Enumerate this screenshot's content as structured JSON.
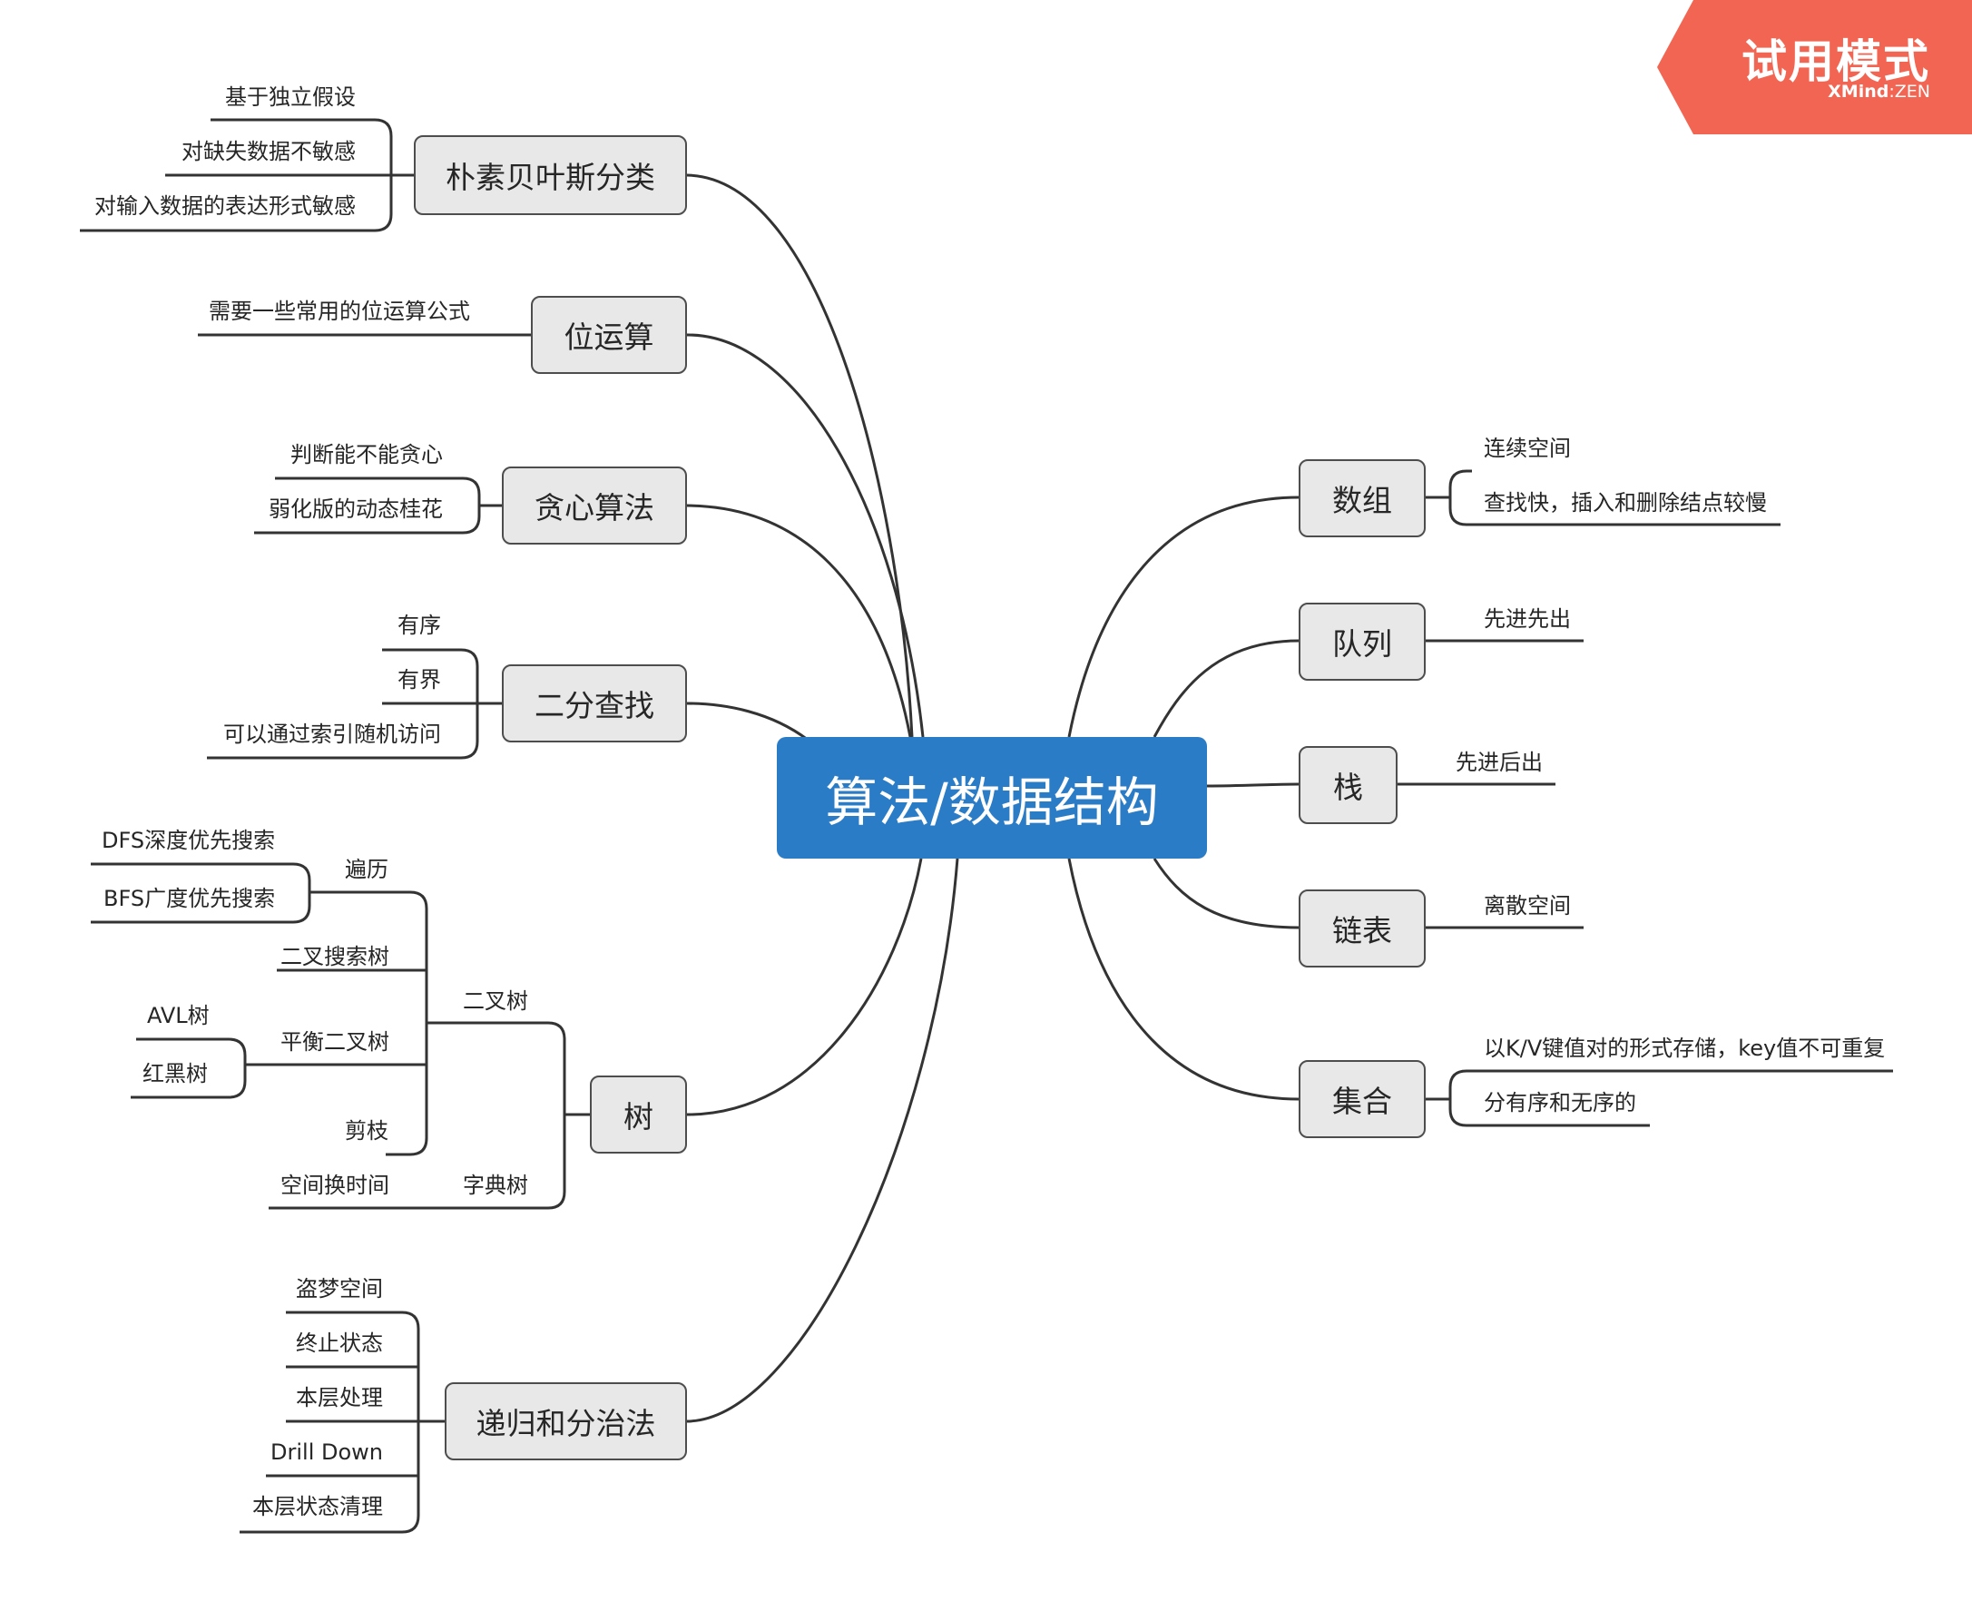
{
  "watermark": {
    "title": "试用模式",
    "brand": "XMind",
    "separator": ":",
    "edition": "ZEN",
    "color": "#f26552"
  },
  "central": {
    "label": "算法/数据结构",
    "color": "#2b7cc6"
  },
  "left_topics": {
    "naive_bayes": {
      "label": "朴素贝叶斯分类",
      "children": [
        "基于独立假设",
        "对缺失数据不敏感",
        "对输入数据的表达形式敏感"
      ]
    },
    "bit_ops": {
      "label": "位运算",
      "children": [
        "需要一些常用的位运算公式"
      ]
    },
    "greedy": {
      "label": "贪心算法",
      "children": [
        "判断能不能贪心",
        "弱化版的动态桂花"
      ]
    },
    "binary_search": {
      "label": "二分查找",
      "children": [
        "有序",
        "有界",
        "可以通过索引随机访问"
      ]
    },
    "tree": {
      "label": "树",
      "binary_tree": {
        "label": "二叉树",
        "traversal": {
          "label": "遍历",
          "children": [
            "DFS深度优先搜索",
            "BFS广度优先搜索"
          ]
        },
        "bst": "二叉搜索树",
        "balanced": {
          "label": "平衡二叉树",
          "children": [
            "AVL树",
            "红黑树"
          ]
        },
        "pruning": "剪枝"
      },
      "trie": {
        "label": "字典树",
        "children": [
          "空间换时间"
        ]
      }
    },
    "recursion": {
      "label": "递归和分治法",
      "children": [
        "盗梦空间",
        "终止状态",
        "本层处理",
        "Drill Down",
        "本层状态清理"
      ]
    }
  },
  "right_topics": {
    "array": {
      "label": "数组",
      "children": [
        "连续空间",
        "查找快，插入和删除结点较慢"
      ]
    },
    "queue": {
      "label": "队列",
      "children": [
        "先进先出"
      ]
    },
    "stack": {
      "label": "栈",
      "children": [
        "先进后出"
      ]
    },
    "linked_list": {
      "label": "链表",
      "children": [
        "离散空间"
      ]
    },
    "set": {
      "label": "集合",
      "children": [
        "以K/V键值对的形式存储，key值不可重复",
        "分有序和无序的"
      ]
    }
  }
}
